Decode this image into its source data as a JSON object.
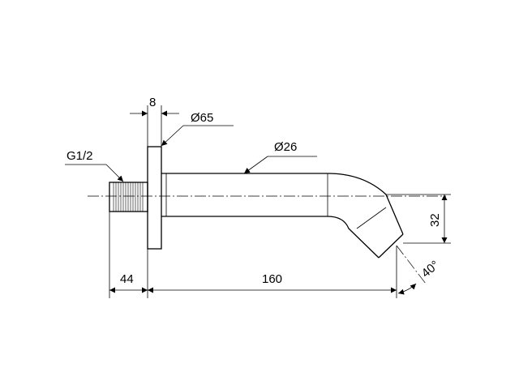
{
  "diagram": {
    "labels": {
      "thickness": "8",
      "flange_diameter": "Ø65",
      "thread": "G1/2",
      "spout_diameter": "Ø26",
      "height": "32",
      "angle": "40°",
      "thread_length": "44",
      "spout_length": "160"
    },
    "line_color": "#000000",
    "background": "#ffffff"
  }
}
